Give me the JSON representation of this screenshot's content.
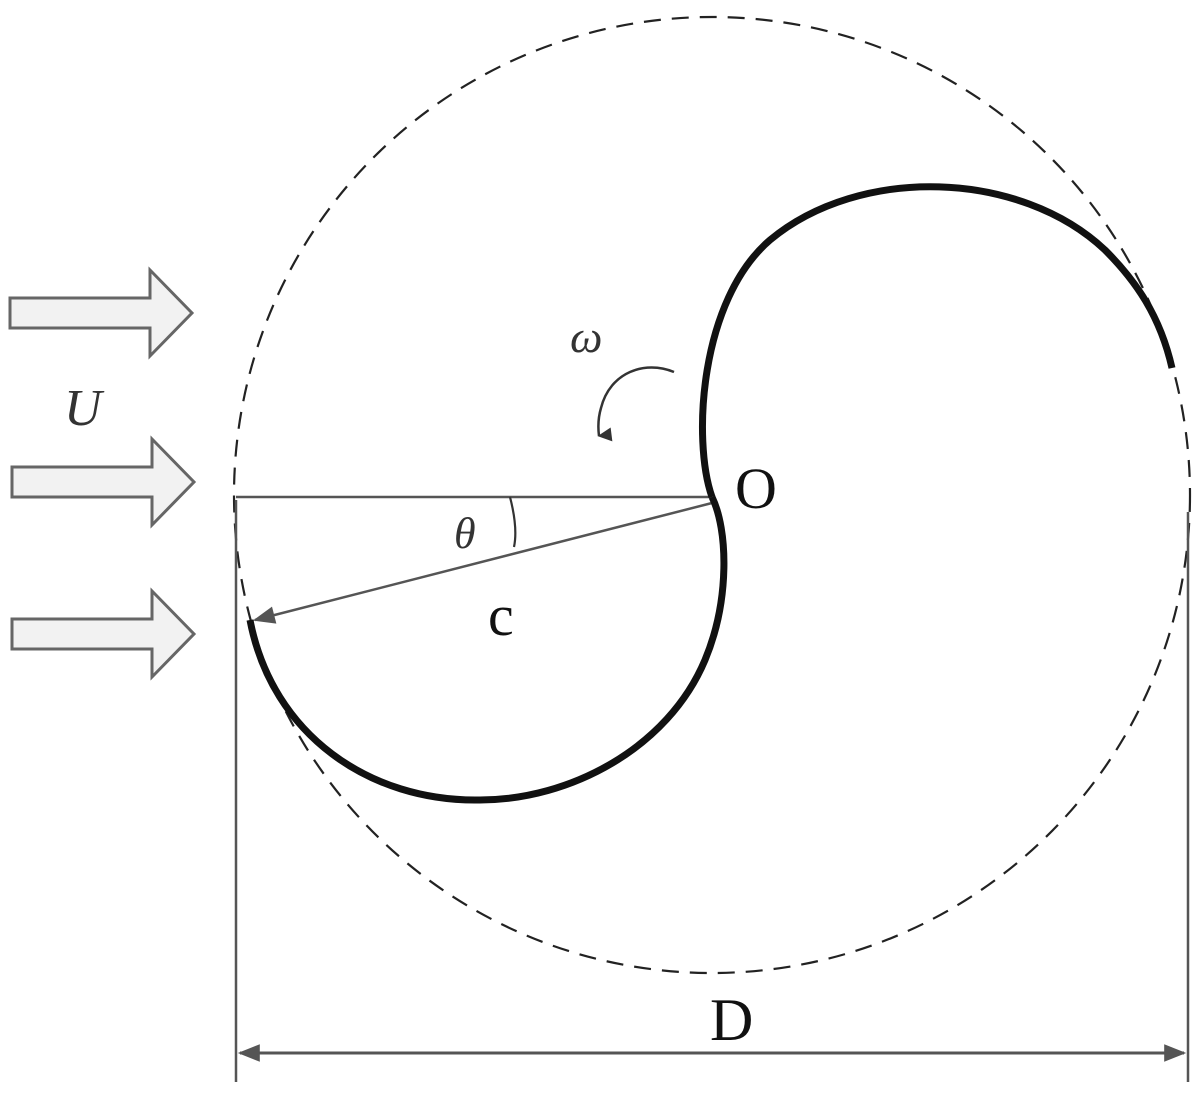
{
  "labels": {
    "flow_velocity": "U",
    "rotation": "ω",
    "center": "O",
    "angle": "θ",
    "chord": "c",
    "diameter": "D"
  },
  "colors": {
    "blade": "#111111",
    "dashed_circle": "#222222",
    "lines": "#555555",
    "arrow_fill": "#f2f2f2",
    "arrow_stroke": "#666666"
  },
  "icons": {
    "flow_arrow": "block-right-arrow",
    "rotation_arrow": "curved-arrow"
  }
}
